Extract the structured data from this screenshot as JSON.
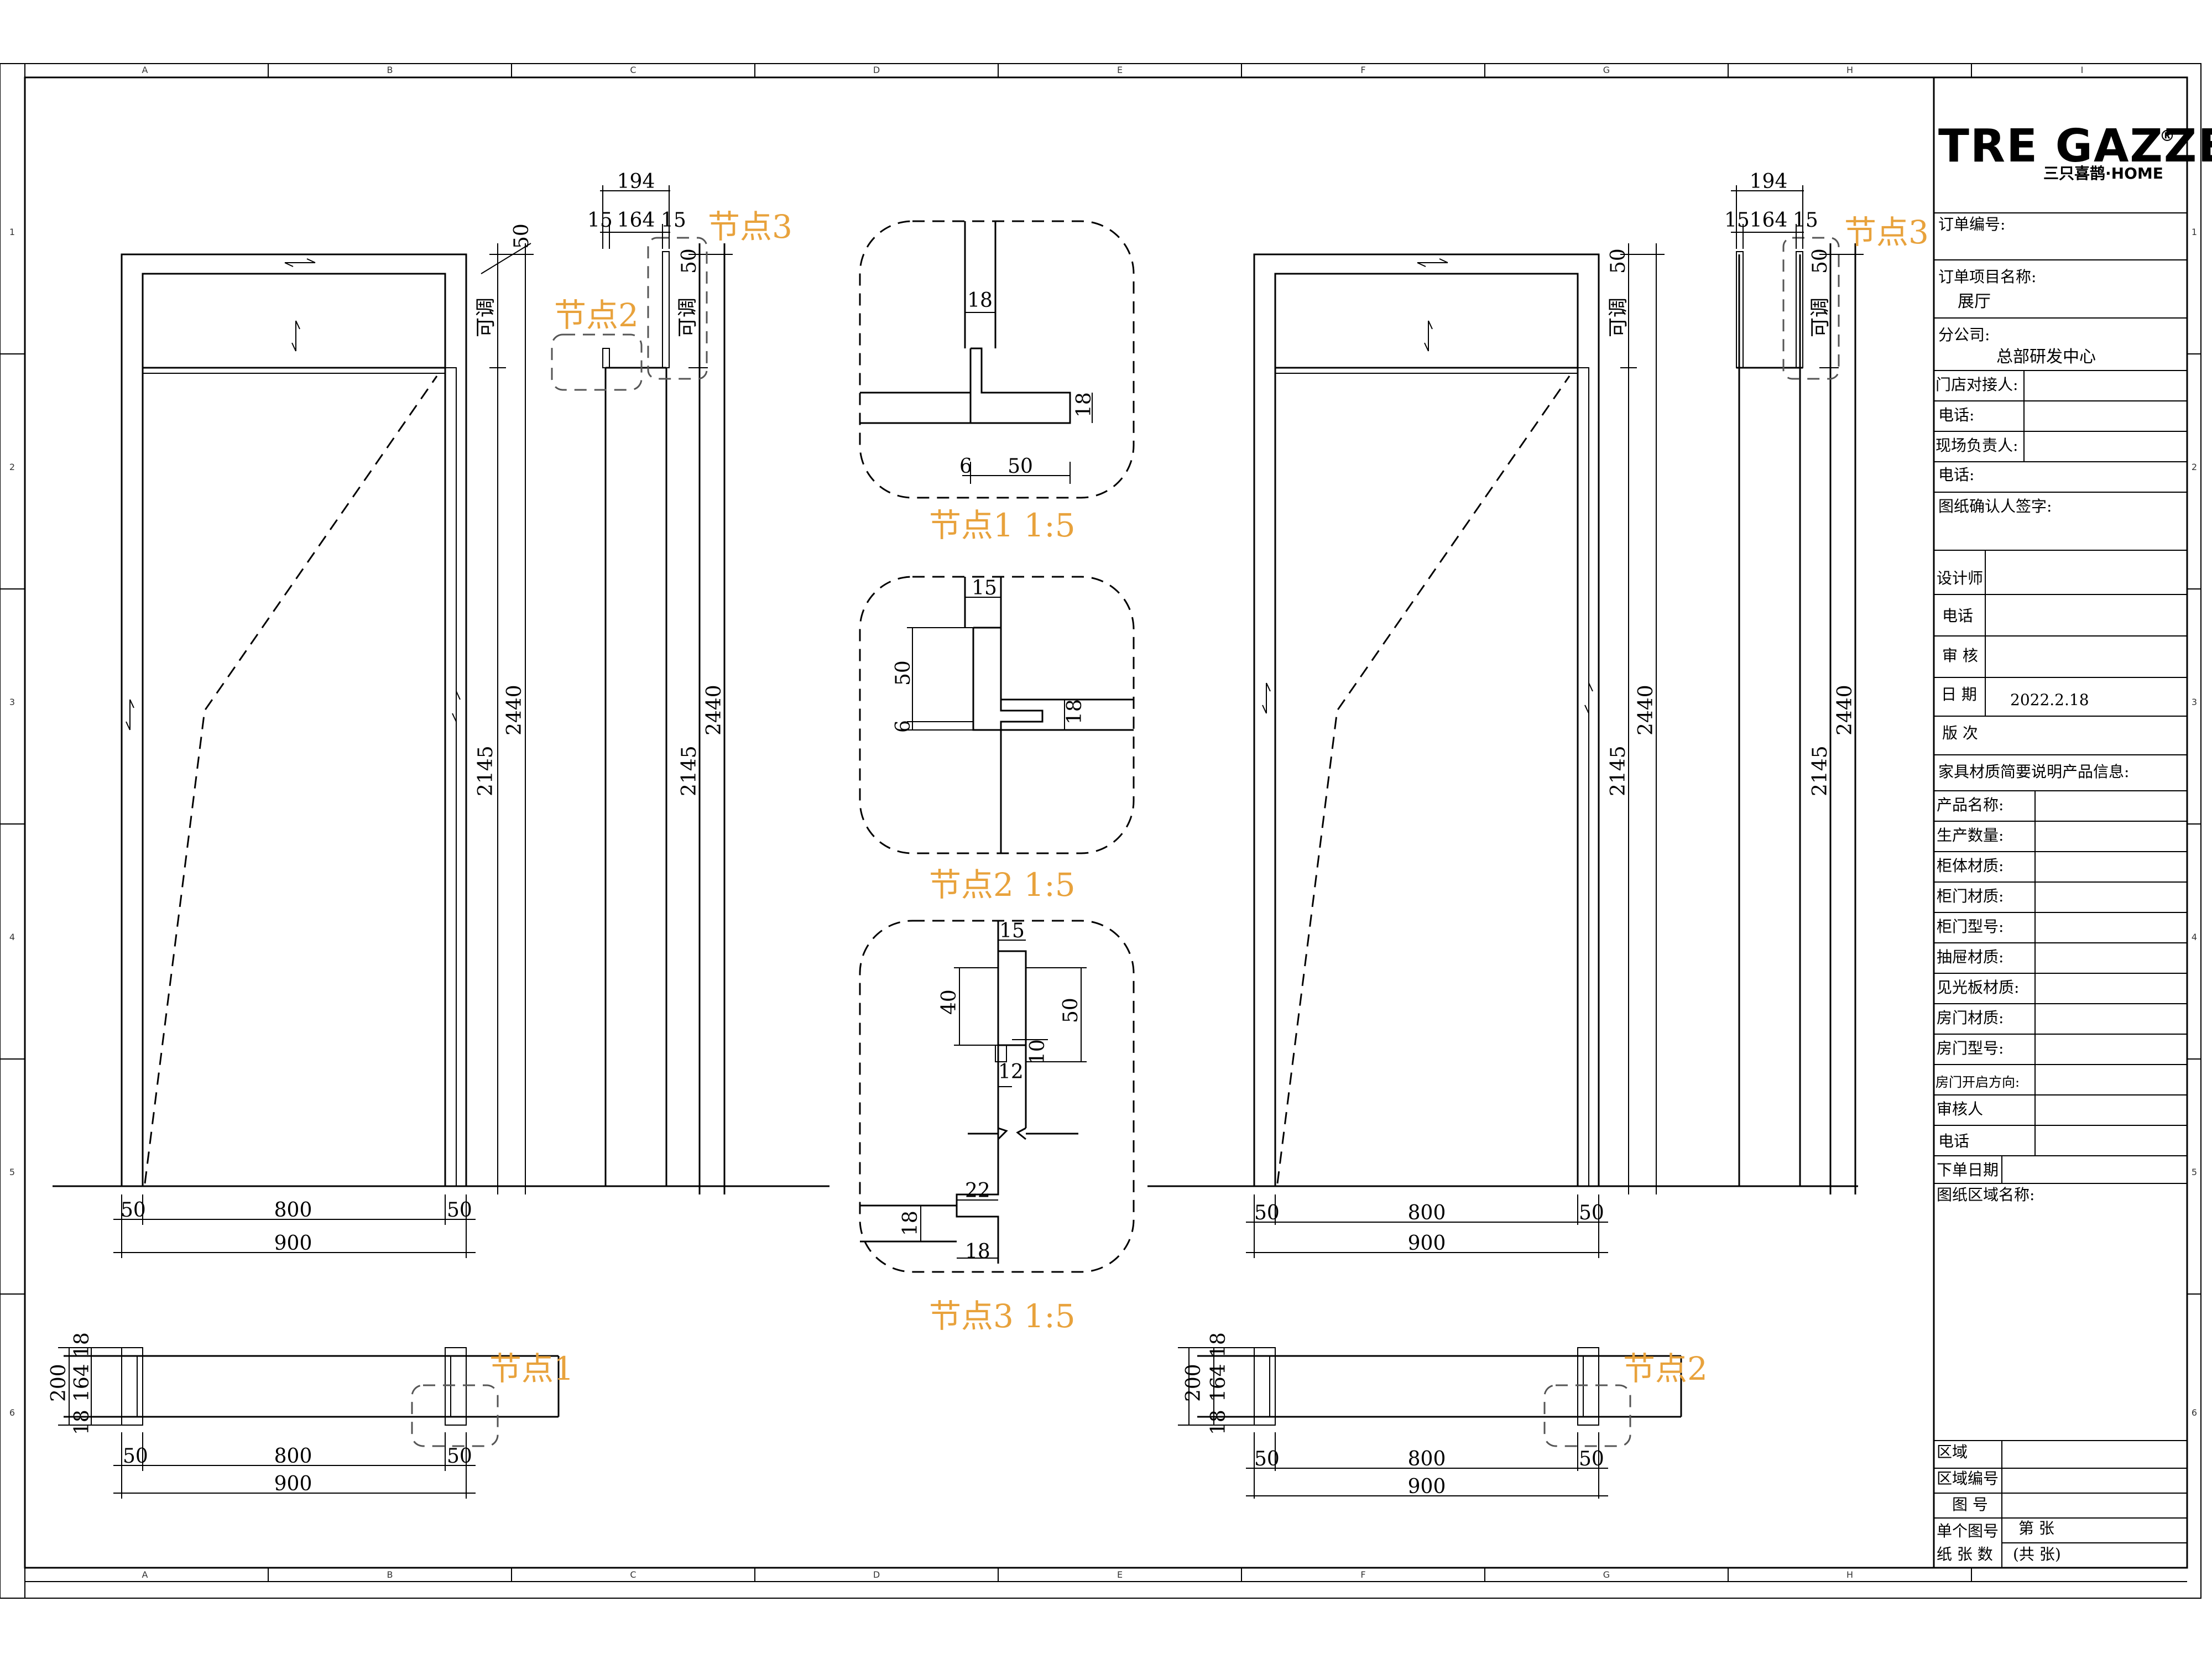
{
  "grid": {
    "columns": [
      "A",
      "B",
      "C",
      "D",
      "E",
      "F",
      "G",
      "H",
      "I"
    ],
    "rows": [
      "1",
      "2",
      "3",
      "4",
      "5",
      "6"
    ]
  },
  "left_elevation": {
    "height_2145": "2145",
    "height_2440": "2440",
    "adjust_label": "可调",
    "top_50": "50",
    "width_left_50": "50",
    "width_800": "800",
    "width_right_50": "50",
    "width_900": "900"
  },
  "left_section": {
    "top_194": "194",
    "top_15a": "15",
    "top_164": "164",
    "top_15b": "15",
    "top_50": "50",
    "adjust_label": "可调",
    "height_2145": "2145",
    "height_2440": "2440",
    "node2_label": "节点2",
    "node3_label": "节点3"
  },
  "right_elevation": {
    "top_50": "50",
    "adjust_label": "可调",
    "height_2145": "2145",
    "height_2440": "2440",
    "width_left_50": "50",
    "width_800": "800",
    "width_right_50": "50",
    "width_900": "900"
  },
  "right_section": {
    "top_194": "194",
    "top_15a": "15",
    "top_164": "164",
    "top_15b": "15",
    "top_50": "50",
    "adjust_label": "可调",
    "height_2145": "2145",
    "height_2440": "2440",
    "node3_label": "节点3"
  },
  "node1": {
    "d18_top": "18",
    "d18_side": "18",
    "d6": "6",
    "d50": "50",
    "caption": "节点1  1:5"
  },
  "node2": {
    "d15": "15",
    "d50": "50",
    "d6": "6",
    "d18": "18",
    "caption": "节点2  1:5"
  },
  "node3": {
    "d15": "15",
    "d40": "40",
    "d50": "50",
    "d10": "10",
    "d12": "12",
    "d22": "22",
    "d18_left": "18",
    "d18_bottom": "18",
    "caption": "节点3  1:5"
  },
  "left_plan": {
    "d200": "200",
    "d164": "164",
    "d18a": "18",
    "d18b": "18",
    "w50a": "50",
    "w800": "800",
    "w50b": "50",
    "w900": "900",
    "node_label": "节点1"
  },
  "right_plan": {
    "d200": "200",
    "d164": "164",
    "d18a": "18",
    "d18b": "18",
    "w50a": "50",
    "w800": "800",
    "w50b": "50",
    "w900": "900",
    "node_label": "节点2"
  },
  "title_block": {
    "logo_main": "TRE GAZZE",
    "logo_reg": "®",
    "logo_sub": "三只喜鹊·HOME",
    "order_no": "订单编号:",
    "order_item_name": "订单项目名称:",
    "order_item_value": "展厅",
    "branch": "分公司:",
    "branch_value": "总部研发中心",
    "store_contact": "门店对接人:",
    "phone1": "电话:",
    "site_manager": "现场负责人:",
    "phone2": "电话:",
    "drawing_confirm": "图纸确认人签字:",
    "designer": "设计师",
    "phone3": "电话",
    "review": "审  核",
    "date": "日  期",
    "date_value": "2022.2.18",
    "version": "版  次",
    "furniture_info": "家具材质简要说明产品信息:",
    "product_name": "产品名称:",
    "production_qty": "生产数量:",
    "cabinet_material": "柜体材质:",
    "cabinet_door_material": "柜门材质:",
    "cabinet_door_model": "柜门型号:",
    "drawer_material": "抽屉材质:",
    "light_board_material": "见光板材质:",
    "room_door_material": "房门材质:",
    "room_door_model": "房门型号:",
    "room_door_direction": "房门开启方向:",
    "reviewer": "审核人",
    "phone4": "电话",
    "order_date": "下单日期",
    "drawing_area_name": "图纸区域名称:",
    "area": "区域",
    "area_no": "区域编号",
    "drawing_no": "图  号",
    "single_no": "单个图号",
    "sheet_no": "第    张",
    "sheet_count": "纸 张 数",
    "sheet_total": "(共    张)"
  }
}
